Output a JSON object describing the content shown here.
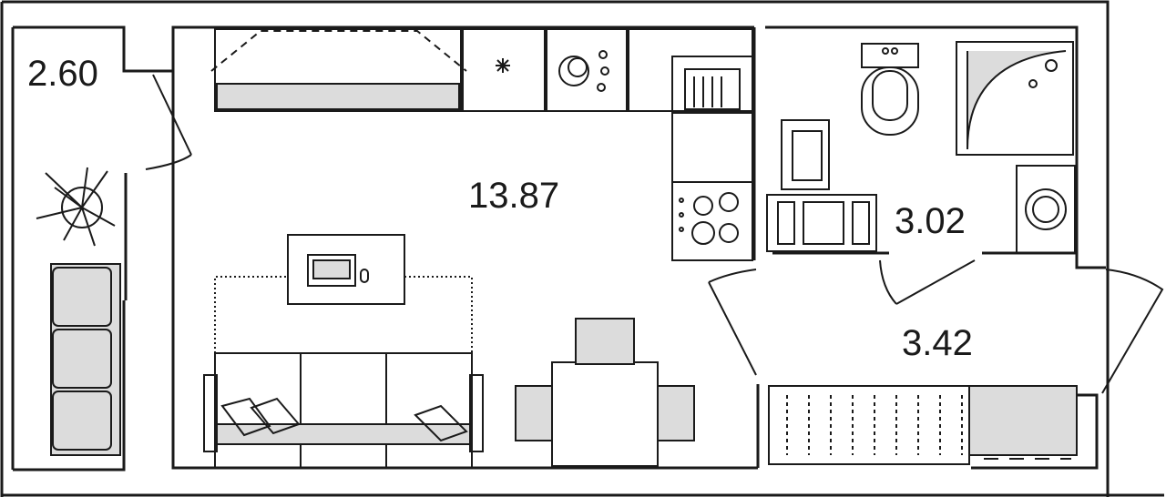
{
  "floor_plan": {
    "rooms": [
      {
        "id": "balcony",
        "area": "2.60"
      },
      {
        "id": "main-room",
        "area": "13.87"
      },
      {
        "id": "bathroom",
        "area": "3.02"
      },
      {
        "id": "hallway",
        "area": "3.42"
      }
    ]
  },
  "colors": {
    "wall": "#1a1a1a",
    "fill_grey": "#dcdcdc",
    "background": "#ffffff"
  }
}
